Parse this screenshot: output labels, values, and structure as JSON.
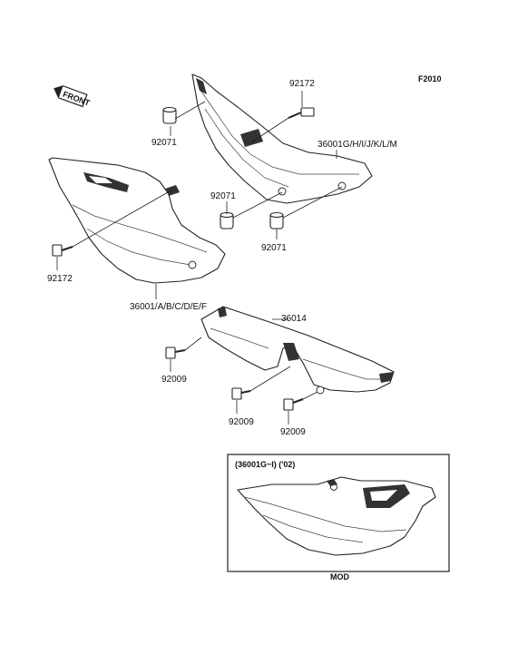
{
  "figure_code": "F2010",
  "front_label": "FRONT",
  "labels": {
    "bolt_top": "92172",
    "damper_top_left": "92071",
    "cover_right": "36001G/H/I/J/K/L/M",
    "damper_mid": "92071",
    "damper_mid_low": "92071",
    "bolt_left": "92172",
    "cover_left": "36001/A/B/C/D/E/F",
    "chain_cover": "36014",
    "bolt_cc_1": "92009",
    "bolt_cc_2": "92009",
    "bolt_cc_3": "92009"
  },
  "inset": {
    "title": "(36001G~I) ('02)",
    "footer": "MOD"
  },
  "colors": {
    "line": "#222222",
    "background": "#ffffff"
  }
}
